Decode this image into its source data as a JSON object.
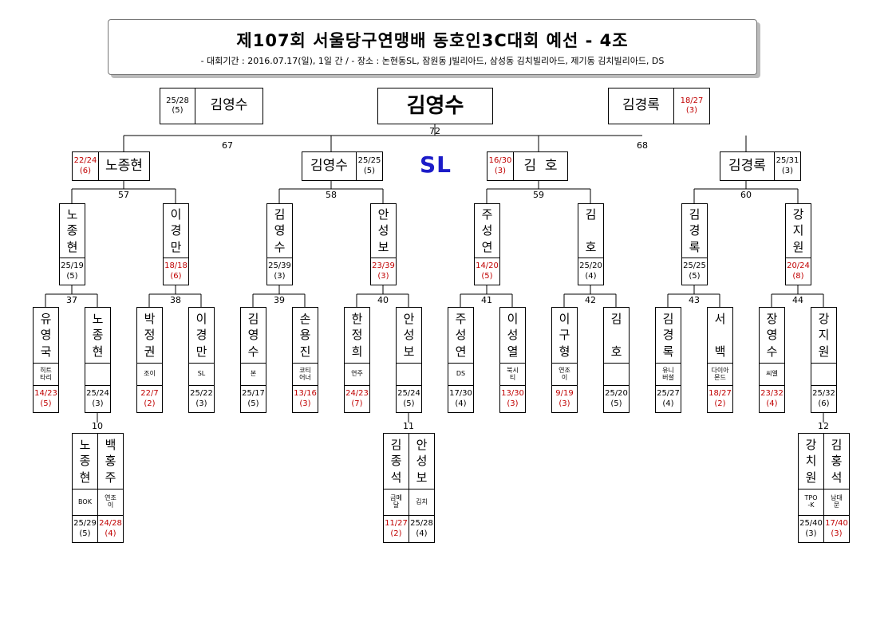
{
  "header": {
    "title": "제107회 서울당구연맹배 동호인3C대회 예선 - 4조",
    "subtitle": "- 대회기간 : 2016.07.17(일), 1일 간 / - 장소 : 논현동SL, 잠원동 J빌리아드, 삼성동 김치빌리아드, 제기동 김치빌리아드, DS"
  },
  "venue": "SL",
  "final": {
    "winner": "김영수",
    "match_no": "72",
    "left": {
      "name": "김영수",
      "score": "25/28",
      "inn": "(5)"
    },
    "right": {
      "name": "김경록",
      "score": "18/27",
      "inn": "(3)"
    }
  },
  "semis": [
    {
      "no": "67",
      "a": {
        "name": "노종현",
        "score": "22/24",
        "inn": "(6)"
      },
      "b": {
        "name": "김영수",
        "score": "25/25",
        "inn": "(5)"
      }
    },
    {
      "no": "68",
      "a": {
        "name": "김  호",
        "score": "16/30",
        "inn": "(3)"
      },
      "b": {
        "name": "김경록",
        "score": "25/31",
        "inn": "(3)"
      }
    }
  ],
  "quarters": [
    {
      "no": "57",
      "a": {
        "name": "노종현",
        "score": "25/19",
        "inn": "(5)"
      },
      "b": {
        "name": "이경만",
        "score": "18/18",
        "inn": "(6)"
      }
    },
    {
      "no": "58",
      "a": {
        "name": "김영수",
        "score": "25/39",
        "inn": "(3)"
      },
      "b": {
        "name": "안성보",
        "score": "23/39",
        "inn": "(3)"
      }
    },
    {
      "no": "59",
      "a": {
        "name": "주성연",
        "score": "14/20",
        "inn": "(5)"
      },
      "b": {
        "name": "김  호",
        "score": "25/20",
        "inn": "(4)"
      }
    },
    {
      "no": "60",
      "a": {
        "name": "김경록",
        "score": "25/25",
        "inn": "(5)"
      },
      "b": {
        "name": "강지원",
        "score": "20/24",
        "inn": "(8)"
      }
    }
  ],
  "round1": [
    {
      "no": "37",
      "a": {
        "name": "유영국",
        "club": "히트 타리",
        "score": "14/23",
        "inn": "(5)"
      },
      "b": {
        "name": "노종현",
        "club": "",
        "score": "25/24",
        "inn": "(3)"
      }
    },
    {
      "no": "38",
      "a": {
        "name": "박정권",
        "club": "조이",
        "score": "22/7",
        "inn": "(2)"
      },
      "b": {
        "name": "이경만",
        "club": "SL",
        "score": "25/22",
        "inn": "(3)"
      }
    },
    {
      "no": "39",
      "a": {
        "name": "김영수",
        "club": "본",
        "score": "25/17",
        "inn": "(5)"
      },
      "b": {
        "name": "손용진",
        "club": "코티 어너",
        "score": "13/16",
        "inn": "(3)"
      }
    },
    {
      "no": "40",
      "a": {
        "name": "한정희",
        "club": "연주",
        "score": "24/23",
        "inn": "(7)"
      },
      "b": {
        "name": "안성보",
        "club": "",
        "score": "25/24",
        "inn": "(5)"
      }
    },
    {
      "no": "41",
      "a": {
        "name": "주성연",
        "club": "DS",
        "score": "17/30",
        "inn": "(4)"
      },
      "b": {
        "name": "이성열",
        "club": "북시 티",
        "score": "13/30",
        "inn": "(3)"
      }
    },
    {
      "no": "42",
      "a": {
        "name": "이구형",
        "club": "연조 이",
        "score": "9/19",
        "inn": "(3)"
      },
      "b": {
        "name": "김  호",
        "club": "",
        "score": "25/20",
        "inn": "(5)"
      }
    },
    {
      "no": "43",
      "a": {
        "name": "김경록",
        "club": "유니 버셜",
        "score": "25/27",
        "inn": "(4)"
      },
      "b": {
        "name": "서  백",
        "club": "다이아 몬드",
        "score": "18/27",
        "inn": "(2)"
      }
    },
    {
      "no": "44",
      "a": {
        "name": "장영수",
        "club": "씨엘",
        "score": "23/32",
        "inn": "(4)"
      },
      "b": {
        "name": "강지원",
        "club": "",
        "score": "25/32",
        "inn": "(6)"
      }
    }
  ],
  "prelims": [
    {
      "no": "10",
      "a": {
        "name": "노종현",
        "club": "BOK",
        "score": "25/29",
        "inn": "(5)"
      },
      "b": {
        "name": "백홍주",
        "club": "연조 이",
        "score": "24/28",
        "inn": "(4)"
      }
    },
    {
      "no": "11",
      "a": {
        "name": "김종석",
        "club": "금메 달",
        "score": "11/27",
        "inn": "(2)"
      },
      "b": {
        "name": "안성보",
        "club": "김치",
        "score": "25/28",
        "inn": "(4)"
      }
    },
    {
      "no": "12",
      "a": {
        "name": "강치원",
        "club": "TPO -K",
        "score": "25/40",
        "inn": "(3)"
      },
      "b": {
        "name": "김홍석",
        "club": "남대 문",
        "score": "17/40",
        "inn": "(3)"
      }
    }
  ],
  "colors": {
    "loser": "#c00000",
    "venue": "#1c1cc8",
    "line": "#000000"
  }
}
